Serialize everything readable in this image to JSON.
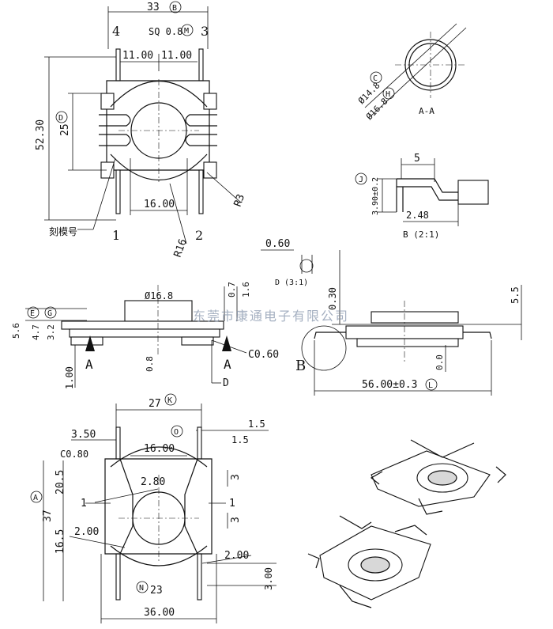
{
  "top_view": {
    "width_label": "33",
    "width_ref": "B",
    "sq_label": "SQ 0.8",
    "sq_ref": "M",
    "pin4": "4",
    "pin3": "3",
    "pin1": "1",
    "pin2": "2",
    "half_left": "11.00",
    "half_right": "11.00",
    "height_label": "52.30",
    "height_ref": "D",
    "inner_label": "25",
    "bottom_label": "16.00",
    "r16": "R16",
    "r3": "R3",
    "mold_note": "刻模号"
  },
  "section_aa": {
    "d_inner": "Ø14.8",
    "d_inner_ref": "C",
    "d_outer": "Ø16.8",
    "d_outer_ref": "H",
    "caption": "A-A"
  },
  "pin_detail_b": {
    "ref": "J",
    "height_label": "3.90±0.2",
    "top_label": "5",
    "bottom_label": "2.48",
    "caption": "B (2:1)"
  },
  "side_view": {
    "e_ref": "E",
    "g_ref": "G",
    "d_label": "Ø16.8",
    "h56": "5.6",
    "h47": "4.7",
    "h32": "3.2",
    "w07": "0.7",
    "w16": "1.6",
    "w08": "0.8",
    "h100": "1.00",
    "c060": "C0.60",
    "a_left": "A",
    "a_right": "A",
    "d_mark": "D"
  },
  "front_view": {
    "w060": "0.60",
    "detail_d": "D (3:1)",
    "h030": "0.30",
    "h55": "5.5",
    "big_b": "B",
    "zero": "0.0",
    "width_label": "56.00±0.3",
    "width_ref": "L"
  },
  "bottom_view": {
    "width_top": "27",
    "width_top_ref": "K",
    "o_ref": "O",
    "w15": "1.5",
    "w350": "3.50",
    "w1600": "16.00",
    "c080": "C0.80",
    "h205": "20.5",
    "h37": "37",
    "h37_ref": "A",
    "h165": "16.5",
    "d280": "2.80",
    "d1a": "1",
    "d1b": "1",
    "d3a": "3",
    "d3b": "3",
    "d200a": "2.00",
    "d200b": "2.00",
    "w23": "23",
    "w23_ref": "N",
    "h300": "3.00",
    "w3600": "36.00"
  },
  "watermark": "东莞市康通电子有限公司"
}
